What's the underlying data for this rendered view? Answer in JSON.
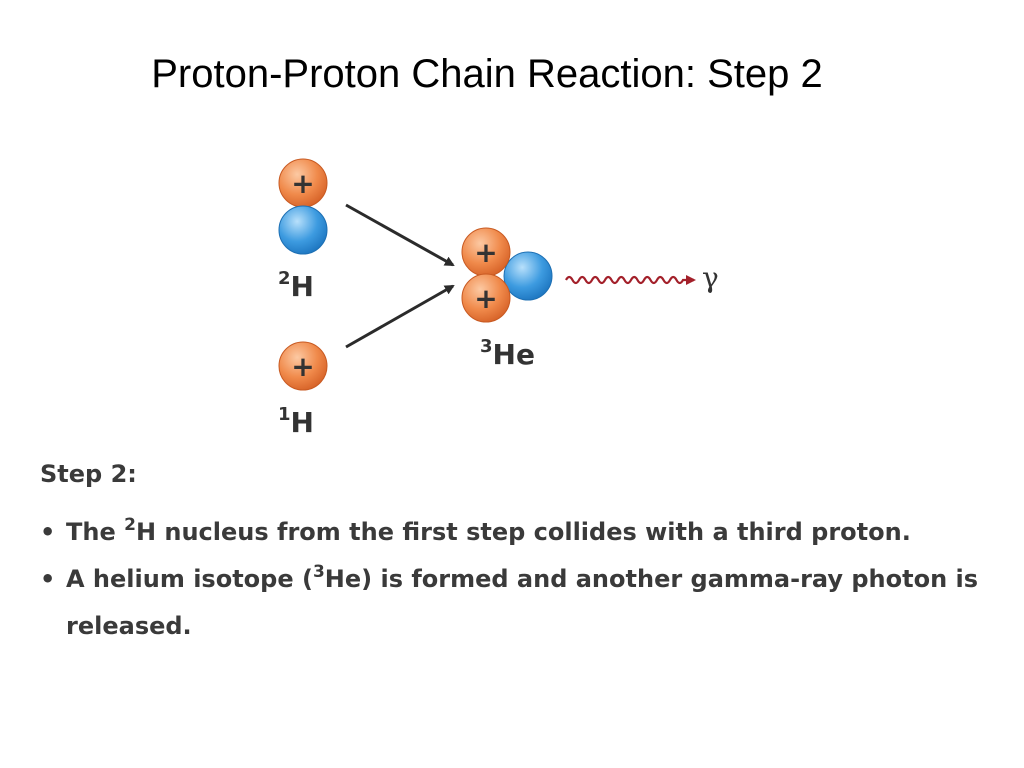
{
  "slide": {
    "title": "Proton-Proton Chain Reaction: Step 2"
  },
  "diagram": {
    "proton_symbol": "+",
    "gamma_symbol": "γ",
    "labels": {
      "deuterium": {
        "mass": "2",
        "element": "H"
      },
      "hydrogen": {
        "mass": "1",
        "element": "H"
      },
      "helium3": {
        "mass": "3",
        "element": "He"
      }
    },
    "colors": {
      "proton": "#f08a4b",
      "neutron": "#3d9be0",
      "arrow": "#2b2b2b",
      "photon": "#a3202a",
      "label": "#333333"
    }
  },
  "step": {
    "heading": "Step 2:",
    "bullet_char": "•",
    "bullet1": {
      "pre": "The ",
      "sup": "2",
      "post": "H nucleus from the first step collides with a third proton."
    },
    "bullet2": {
      "pre": "A helium isotope (",
      "sup": "3",
      "post": "He) is formed  and another gamma-ray photon is released."
    }
  }
}
